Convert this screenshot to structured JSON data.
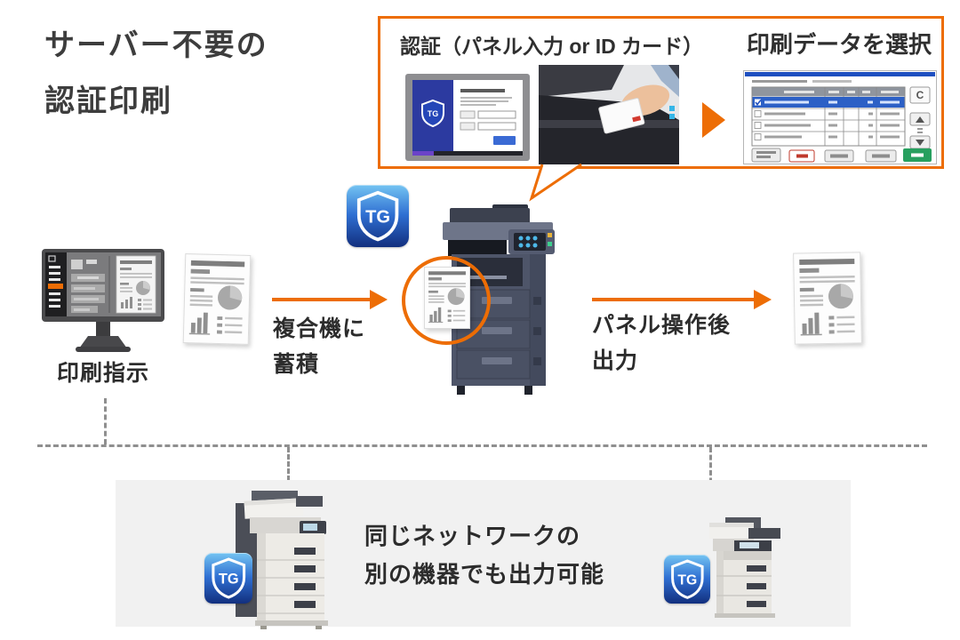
{
  "page": {
    "title_line1": "サーバー不要の",
    "title_line2": "認証印刷"
  },
  "callout": {
    "auth_label": "認証（パネル入力 or ID カード）",
    "select_label": "印刷データを選択",
    "refresh_button": "C"
  },
  "flow": {
    "print_instruction": "印刷指示",
    "accumulate_line1": "複合機に",
    "accumulate_line2": "蓄積",
    "output_line1": "パネル操作後",
    "output_line2": "出力"
  },
  "network_box": {
    "line1": "同じネットワークの",
    "line2": "別の機器でも出力可能"
  },
  "badges": {
    "tg": "TG"
  },
  "colors": {
    "accent_orange": "#ED6D05",
    "tg_blue_dark": "#122F7E",
    "tg_blue_light": "#74C4F2",
    "panel_gray": "#F1F1F1",
    "dash_gray": "#8F8F8F",
    "text_dark": "#2C2C2C"
  }
}
